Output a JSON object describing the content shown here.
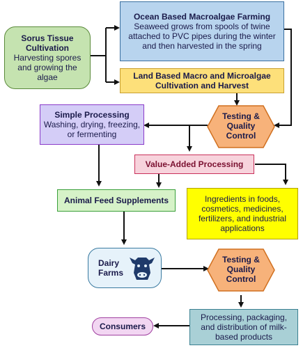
{
  "sorus": {
    "title": "Sorus Tissue Cultivation",
    "body": "Harvesting spores and growing the algae"
  },
  "ocean": {
    "title": "Ocean Based Macroalgae Farming",
    "body": "Seaweed grows from spools of twine attached to PVC pipes during the winter and then harvested in the spring"
  },
  "land": {
    "title": "Land Based Macro and Microalgae Cultivation and Harvest"
  },
  "simple": {
    "title": "Simple Processing",
    "body": "Washing, drying, freezing, or fermenting"
  },
  "testing_top": {
    "line1": "Testing &",
    "line2": "Quality",
    "line3": "Control"
  },
  "value_added": {
    "title": "Value-Added Processing"
  },
  "animal_feed": {
    "title": "Animal Feed Supplements"
  },
  "ingredients": {
    "body": "Ingredients in foods, cosmetics, medicines, fertilizers, and industrial applications"
  },
  "dairy": {
    "line1": "Dairy",
    "line2": "Farms",
    "icon": "cow-icon"
  },
  "testing_bottom": {
    "line1": "Testing &",
    "line2": "Quality",
    "line3": "Control"
  },
  "processing": {
    "body": "Processing, packaging, and distribution of milk-based products"
  },
  "consumers": {
    "title": "Consumers"
  },
  "colors": {
    "green": "#c5e3b0",
    "blue": "#b8d4ee",
    "yellow_orange": "#fde07a",
    "purple": "#d4cdf7",
    "orange": "#f7b27a",
    "pink": "#f7d3dc",
    "light_green": "#d6f2c8",
    "yellow": "#ffff00",
    "teal": "#a9d0d6",
    "light_pink": "#f2d6f2",
    "dairy_blue": "#e6f2fa"
  }
}
